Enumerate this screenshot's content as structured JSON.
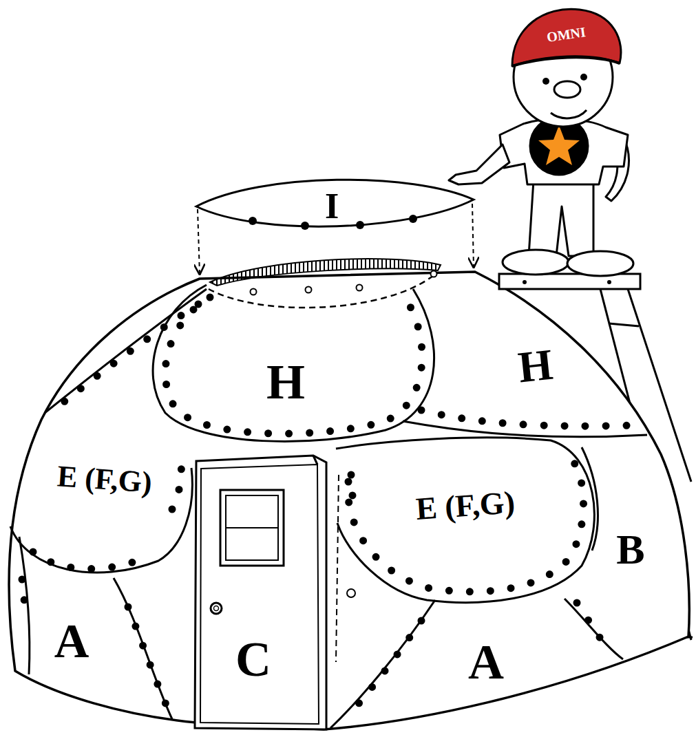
{
  "diagram": {
    "labels": [
      "OMNI",
      "I",
      "H",
      "H",
      "E (F,G)",
      "E (F,G)",
      "B",
      "A",
      "C",
      "A"
    ]
  }
}
